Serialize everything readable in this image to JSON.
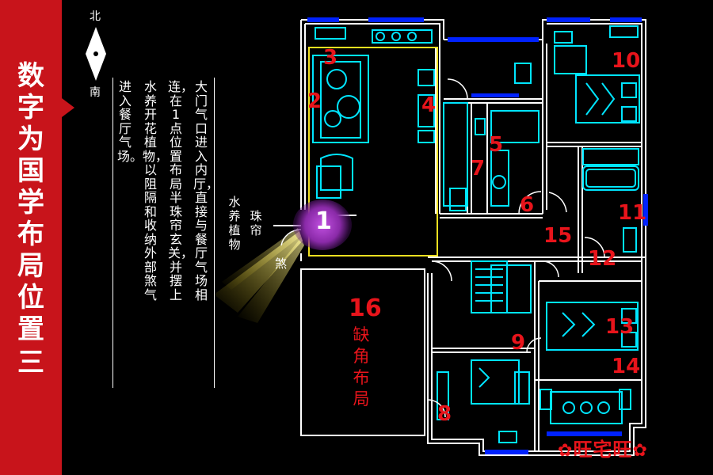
{
  "side_title": {
    "text": "数字为国学布局位置",
    "number": "三"
  },
  "compass": {
    "north": "北",
    "south": "南"
  },
  "description": {
    "col1": "大门气口进入内厅，直接与餐厅气场相",
    "col2": "连，在1点位置布局半珠帘玄关，并摆上",
    "col3": "水养开花植物，以阻隔和收纳外部煞气",
    "col4": "进入餐厅气场。"
  },
  "annotations": {
    "pearl_curtain": "珠帘",
    "water_plant": "水养植物",
    "sha": "煞"
  },
  "entrance_number": "1",
  "room_numbers": [
    "2",
    "3",
    "4",
    "5",
    "6",
    "7",
    "8",
    "9",
    "10",
    "11",
    "12",
    "13",
    "14",
    "15"
  ],
  "missing_corner": {
    "number": "16",
    "text": "缺角布局"
  },
  "logo": "旺宅旺",
  "colors": {
    "panel_red": "#c8141b",
    "label_red": "#e8141b",
    "wall": "#ffffff",
    "furniture": "#00e5ff",
    "window": "#0022ff",
    "dining_outline": "#f0e020",
    "glow": "#a040d0"
  }
}
